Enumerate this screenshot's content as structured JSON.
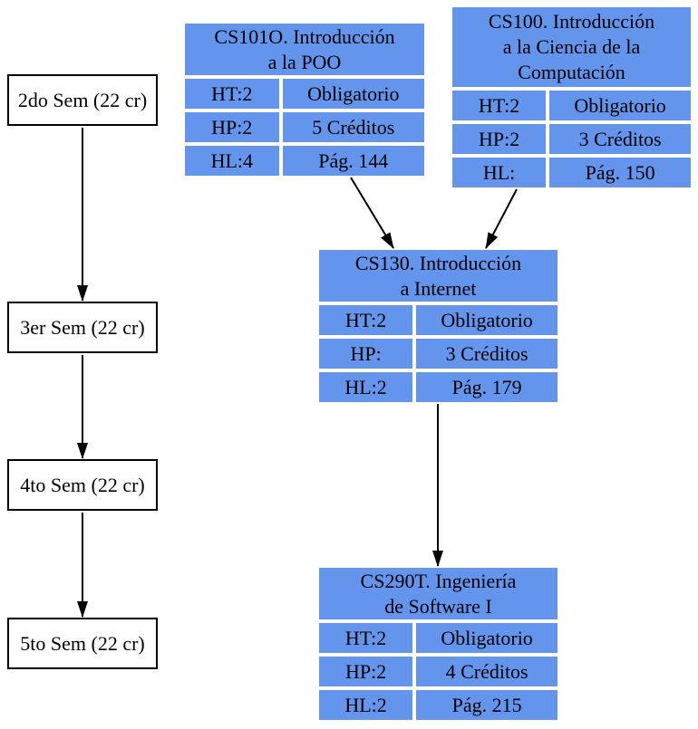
{
  "colors": {
    "course_fill": "#6495ED",
    "node_border": "#000000",
    "arrow": "#000000",
    "text": "#000000",
    "background": "#FFFFFF"
  },
  "semesters": [
    {
      "label": "2do Sem (22 cr)"
    },
    {
      "label": "3er Sem (22 cr)"
    },
    {
      "label": "4to Sem (22 cr)"
    },
    {
      "label": "5to Sem (22 cr)"
    }
  ],
  "courses": [
    {
      "code": "CS101O",
      "title_lines": [
        "CS101O. Introducción",
        "a la POO"
      ],
      "rows": [
        {
          "left": "HT:2",
          "right": "Obligatorio"
        },
        {
          "left": "HP:2",
          "right": "5 Créditos"
        },
        {
          "left": "HL:4",
          "right": "Pág. 144"
        }
      ]
    },
    {
      "code": "CS100",
      "title_lines": [
        "CS100. Introducción",
        "a la Ciencia de la",
        "Computación"
      ],
      "rows": [
        {
          "left": "HT:2",
          "right": "Obligatorio"
        },
        {
          "left": "HP:2",
          "right": "3 Créditos"
        },
        {
          "left": "HL:",
          "right": "Pág. 150"
        }
      ]
    },
    {
      "code": "CS130",
      "title_lines": [
        "CS130. Introducción",
        "a Internet"
      ],
      "rows": [
        {
          "left": "HT:2",
          "right": "Obligatorio"
        },
        {
          "left": "HP:",
          "right": "3 Créditos"
        },
        {
          "left": "HL:2",
          "right": "Pág. 179"
        }
      ]
    },
    {
      "code": "CS290T",
      "title_lines": [
        "CS290T. Ingeniería",
        "de Software I"
      ],
      "rows": [
        {
          "left": "HT:2",
          "right": "Obligatorio"
        },
        {
          "left": "HP:2",
          "right": "4 Créditos"
        },
        {
          "left": "HL:2",
          "right": "Pág. 215"
        }
      ]
    }
  ],
  "edges": [
    {
      "from": "2do Sem (22 cr)",
      "to": "3er Sem (22 cr)"
    },
    {
      "from": "3er Sem (22 cr)",
      "to": "4to Sem (22 cr)"
    },
    {
      "from": "4to Sem (22 cr)",
      "to": "5to Sem (22 cr)"
    },
    {
      "from": "CS101O",
      "to": "CS130"
    },
    {
      "from": "CS100",
      "to": "CS130"
    },
    {
      "from": "CS130",
      "to": "CS290T"
    }
  ]
}
